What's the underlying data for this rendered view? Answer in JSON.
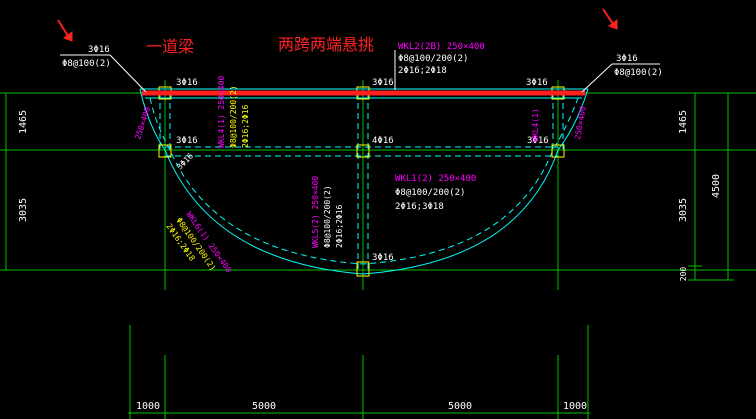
{
  "colors": {
    "background": "#000000",
    "grid": "#00c000",
    "beam": "#00ffff",
    "dim": "#00c000",
    "yellow_text": "#ffff00",
    "magenta_text": "#ff00ff",
    "white_text": "#ffffff",
    "red": "#ff2020"
  },
  "annotations": {
    "one_beam": "一道梁",
    "two_span_cantilever": "两跨两端悬挑"
  },
  "callouts": {
    "left_bar": "3Φ16",
    "left_stirrup": "Φ8@100(2)",
    "right_bar": "3Φ16",
    "right_stirrup": "Φ8@100(2)"
  },
  "beams": {
    "wkl2_name": "WKL2(2B) 250×400",
    "wkl2_stirrup": "Φ8@100/200(2)",
    "wkl2_bars": "2Φ16;2Φ18",
    "wkl1_name": "WKL1(2) 250×400",
    "wkl1_stirrup": "Φ8@100/200(2)",
    "wkl1_bars": "2Φ16;3Φ18",
    "wkl4_left_name": "WKL4(1) 250×400",
    "wkl4_left_stirrup": "Φ8@100/200(2)",
    "wkl4_left_bars": "2Φ16;2Φ16",
    "wkl4_right_name": "WKL4(1)",
    "wkl5_name": "WKL5(2) 250×400",
    "wkl5_stirrup": "Φ8@100/200(2)",
    "wkl5_bars": "2Φ16;2Φ16",
    "wkl6_name": "WKL6(1) 250×400",
    "wkl6_stirrup": "Φ8@100/200(2)",
    "wkl6_bars": "2Φ16;2Φ18",
    "arc_left": "250×400",
    "arc_right": "250×400"
  },
  "rebar_labels": {
    "top_left": "3Φ16",
    "top_mid": "3Φ16",
    "top_right": "3Φ16",
    "mid_left": "3Φ16",
    "mid_center": "4Φ16",
    "mid_right": "3Φ16",
    "bottom": "3Φ16"
  },
  "dimensions": {
    "left_top": "1465",
    "left_bottom": "3035",
    "right_top": "1465",
    "right_bottom": "3035",
    "right_small": "200",
    "right_total": "4500",
    "bottom": [
      "1000",
      "5000",
      "5000",
      "1000"
    ]
  }
}
